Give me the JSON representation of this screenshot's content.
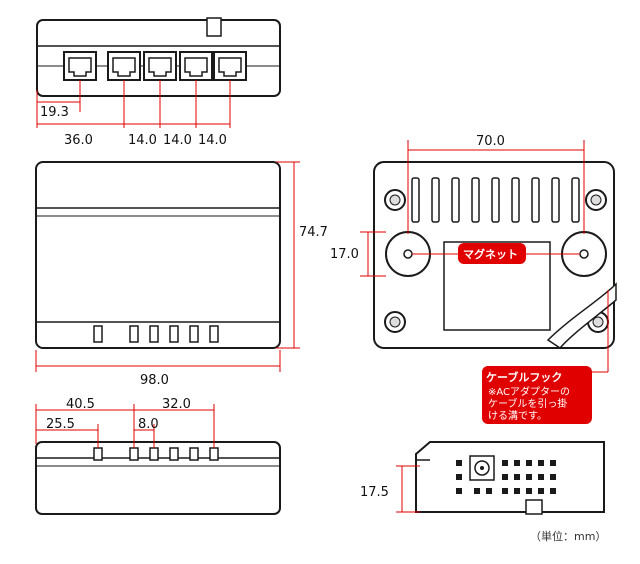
{
  "colors": {
    "outline": "#1a1a1a",
    "dimension_line": "#e00000",
    "callout_bg": "#e00000",
    "callout_text": "#ffffff",
    "body_fill": "#ffffff",
    "shadow_fill": "#d8d8d8"
  },
  "top_view": {
    "dim_port1_offset": "19.3",
    "dim_port_first": "36.0",
    "dim_pitch_1": "14.0",
    "dim_pitch_2": "14.0",
    "dim_pitch_3": "14.0"
  },
  "front_view": {
    "dim_height": "74.7",
    "dim_width": "98.0"
  },
  "bottom_view": {
    "dim_distance": "70.0",
    "dim_magnet_offset": "17.0",
    "magnet_label": "マグネット",
    "cable_hook_title": "ケーブルフック",
    "cable_hook_note_1": "※ACアダプターの",
    "cable_hook_note_2": "ケーブルを引っ掛",
    "cable_hook_note_3": "ける溝です。"
  },
  "side_view": {
    "dim_40_5": "40.5",
    "dim_32_0": "32.0",
    "dim_25_5": "25.5",
    "dim_8_0": "8.0"
  },
  "end_view": {
    "dim_height": "17.5"
  },
  "unit_note": "（単位：mm）"
}
